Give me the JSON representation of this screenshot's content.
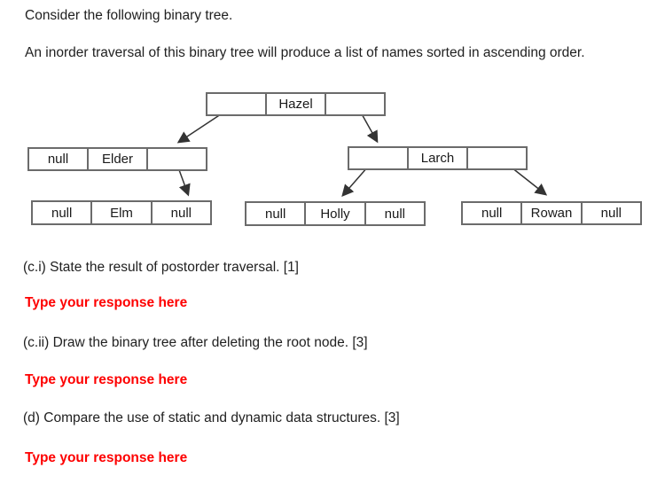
{
  "colors": {
    "prompt_red": "#fe0000",
    "body_text": "#212121",
    "node_border": "#6b6b6b",
    "arrow": "#333333"
  },
  "intro": {
    "line1": "Consider the following binary tree.",
    "line2": "An inorder traversal of this binary tree will produce a list of names sorted in ascending order."
  },
  "tree": {
    "nodes": [
      {
        "id": "root",
        "left": "",
        "value": "Hazel",
        "right": ""
      },
      {
        "id": "left-child",
        "left": "null",
        "value": "Elder",
        "right": ""
      },
      {
        "id": "right-child",
        "left": "",
        "value": "Larch",
        "right": ""
      },
      {
        "id": "leaf-elm",
        "left": "null",
        "value": "Elm",
        "right": "null"
      },
      {
        "id": "leaf-holly",
        "left": "null",
        "value": "Holly",
        "right": "null"
      },
      {
        "id": "leaf-rowan",
        "left": "null",
        "value": "Rowan",
        "right": "null"
      }
    ]
  },
  "questions": [
    {
      "id": "c.i",
      "label": "(c.i) State the result of postorder traversal. [1]",
      "prompt": "Type your response here"
    },
    {
      "id": "c.ii",
      "label": "(c.ii) Draw the binary tree after deleting the root node. [3]",
      "prompt": "Type your response here"
    },
    {
      "id": "d",
      "label": "(d) Compare the use of static and dynamic data structures. [3]",
      "prompt": "Type your response here"
    }
  ]
}
